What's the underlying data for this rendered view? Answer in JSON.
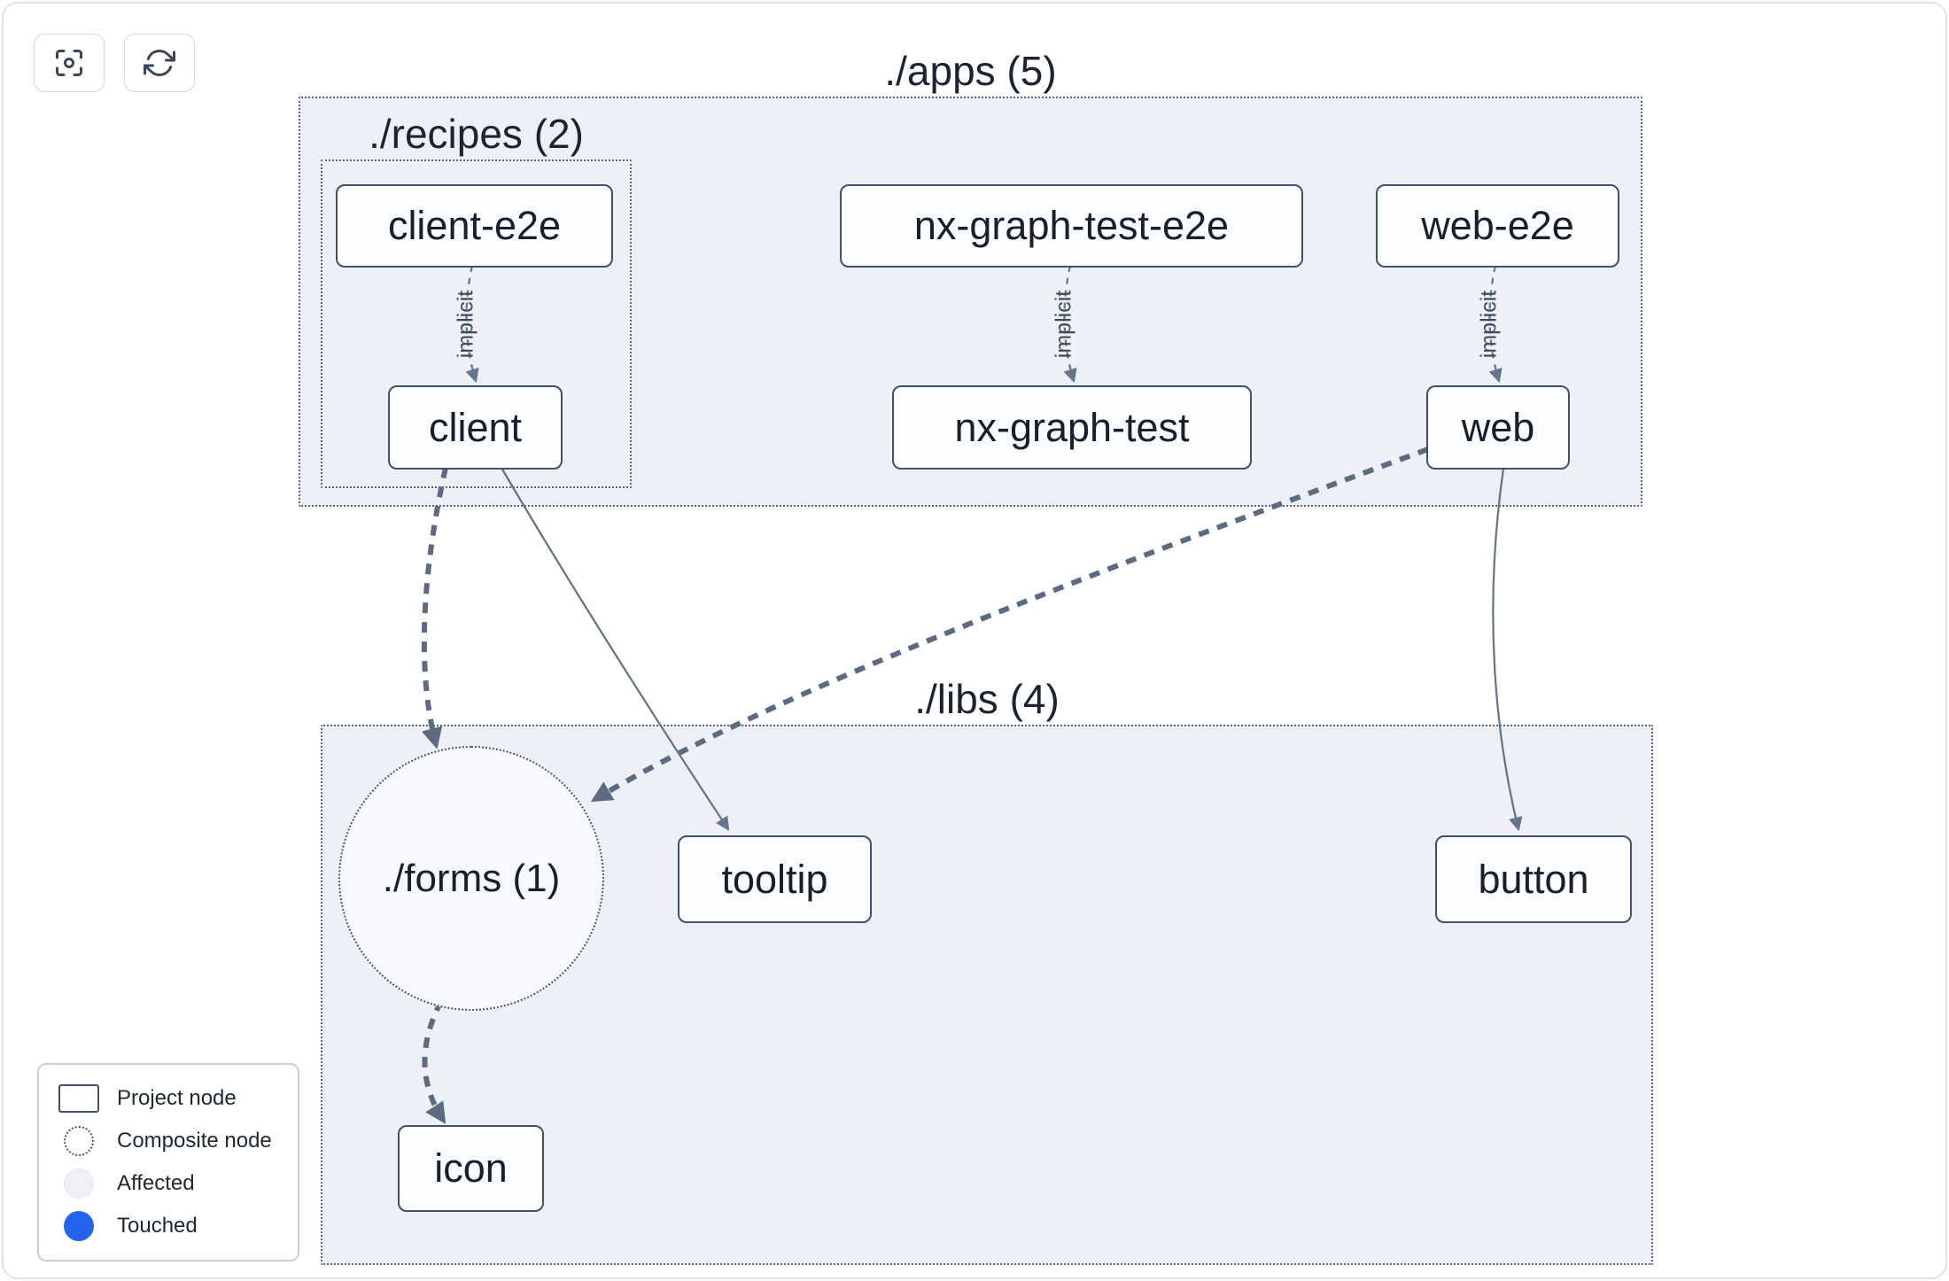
{
  "toolbar": {
    "buttons": [
      {
        "name": "focus",
        "icon": "focus-icon"
      },
      {
        "name": "refresh",
        "icon": "refresh-icon"
      }
    ]
  },
  "graph": {
    "groups": {
      "apps": {
        "label": "./apps (5)",
        "count": 5
      },
      "recipes": {
        "label": "./recipes (2)",
        "count": 2
      },
      "libs": {
        "label": "./libs (4)",
        "count": 4
      }
    },
    "composite_nodes": {
      "forms": {
        "label": "./forms (1)",
        "count": 1
      }
    },
    "nodes": {
      "client_e2e": {
        "label": "client-e2e"
      },
      "nx_graph_test_e2e": {
        "label": "nx-graph-test-e2e"
      },
      "web_e2e": {
        "label": "web-e2e"
      },
      "client": {
        "label": "client"
      },
      "nx_graph_test": {
        "label": "nx-graph-test"
      },
      "web": {
        "label": "web"
      },
      "tooltip": {
        "label": "tooltip"
      },
      "button": {
        "label": "button"
      },
      "icon": {
        "label": "icon"
      }
    },
    "edges": [
      {
        "source": "client-e2e",
        "target": "client",
        "type": "implicit",
        "label": "implicit"
      },
      {
        "source": "nx-graph-test-e2e",
        "target": "nx-graph-test",
        "type": "implicit",
        "label": "implicit"
      },
      {
        "source": "web-e2e",
        "target": "web",
        "type": "implicit",
        "label": "implicit"
      },
      {
        "source": "client",
        "target": "./forms (1)",
        "type": "dashed-thick"
      },
      {
        "source": "client",
        "target": "tooltip",
        "type": "direct"
      },
      {
        "source": "web",
        "target": "./forms (1)",
        "type": "dashed-thick"
      },
      {
        "source": "web",
        "target": "button",
        "type": "direct"
      },
      {
        "source": "./forms (1)",
        "target": "icon",
        "type": "dashed-thick"
      }
    ]
  },
  "legend": {
    "items": [
      {
        "label": "Project node",
        "swatch": "project-node"
      },
      {
        "label": "Composite node",
        "swatch": "composite-node"
      },
      {
        "label": "Affected",
        "swatch": "affected"
      },
      {
        "label": "Touched",
        "swatch": "touched",
        "color": "#2563eb"
      }
    ]
  },
  "colors": {
    "container_fill": "#edf1f7",
    "node_border": "#42506a",
    "edge": "#67748a",
    "touched": "#2563eb"
  }
}
